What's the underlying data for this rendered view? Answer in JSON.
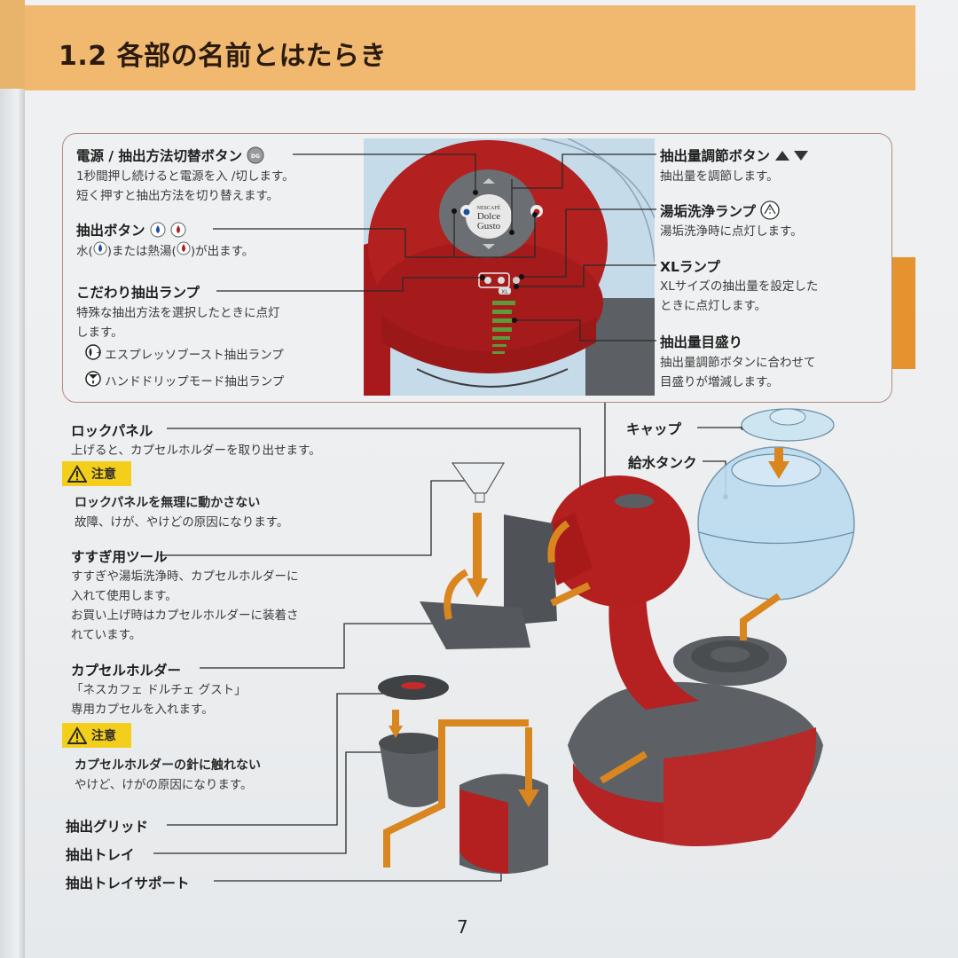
{
  "header": {
    "title": "1.2 各部の名前とはたらき",
    "band_color": "#f0b96f",
    "tab_color": "#e5932e"
  },
  "detail_panel": {
    "labels": {
      "power_button": {
        "title": "電源 / 抽出方法切替ボタン",
        "icon": "dolce-gusto-logo-icon",
        "desc_lines": [
          "1秒間押し続けると電源を入 /切します。",
          "短く押すと抽出方法を切り替えます。"
        ]
      },
      "brew_button": {
        "title": "抽出ボタン",
        "icons": [
          "cold-water-drop-icon",
          "hot-water-drop-icon"
        ],
        "desc_prefix": "水(",
        "desc_mid": ")または熱湯(",
        "desc_suffix": ")が出ます。"
      },
      "special_lamp": {
        "title": "こだわり抽出ランプ",
        "desc_lines": [
          "特殊な抽出方法を選択したときに点灯",
          "します。"
        ],
        "sub_items": [
          {
            "icon": "espresso-boost-icon",
            "label": "エスプレッソブースト抽出ランプ"
          },
          {
            "icon": "hand-drip-icon",
            "label": "ハンドドリップモード抽出ランプ"
          }
        ]
      },
      "volume_button": {
        "title": "抽出量調節ボタン",
        "icon": "up-down-triangles-icon",
        "desc_lines": [
          "抽出量を調節します。"
        ]
      },
      "descale_lamp": {
        "title": "湯垢洗浄ランプ",
        "icon": "descale-icon",
        "desc_lines": [
          "湯垢洗浄時に点灯します。"
        ]
      },
      "xl_lamp": {
        "title": "XLランプ",
        "desc_lines": [
          "XLサイズの抽出量を設定した",
          "ときに点灯します。"
        ]
      },
      "volume_scale": {
        "title": "抽出量目盛り",
        "desc_lines": [
          "抽出量調節ボタンに合わせて",
          "目盛りが増減します。"
        ]
      }
    },
    "machine_logo": [
      "NESCAFÉ",
      "Dolce",
      "Gusto"
    ],
    "xl_badge": "XL"
  },
  "main_parts": {
    "lock_panel": {
      "title": "ロックパネル",
      "desc": "上げると、カプセルホルダーを取り出せます。",
      "caution_label": "注意",
      "caution_title": "ロックパネルを無理に動かさない",
      "caution_desc": "故障、けが、やけどの原因になります。"
    },
    "rinse_tool": {
      "title": "すすぎ用ツール",
      "desc_lines": [
        "すすぎや湯垢洗浄時、カプセルホルダーに",
        "入れて使用します。",
        "お買い上げ時はカプセルホルダーに装着さ",
        "れています。"
      ]
    },
    "capsule_holder": {
      "title": "カプセルホルダー",
      "desc_lines": [
        "「ネスカフェ ドルチェ グスト」",
        "専用カプセルを入れます。"
      ],
      "caution_label": "注意",
      "caution_title": "カプセルホルダーの針に触れない",
      "caution_desc": "やけど、けがの原因になります。"
    },
    "drip_grid": {
      "title": "抽出グリッド"
    },
    "drip_tray": {
      "title": "抽出トレイ"
    },
    "drip_tray_support": {
      "title": "抽出トレイサポート"
    },
    "cap": {
      "title": "キャップ"
    },
    "water_tank": {
      "title": "給水タンク"
    }
  },
  "colors": {
    "machine_red": "#b8201f",
    "machine_gray": "#5a5d60",
    "arrow_orange": "#d9861f",
    "caution_yellow": "#f3cf1c",
    "tank_blue": "#bcdcef",
    "volume_green": "#5f9a3a"
  },
  "footer": {
    "page_number": "7"
  }
}
